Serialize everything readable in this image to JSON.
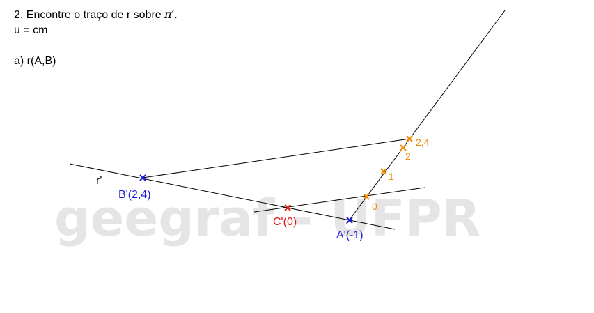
{
  "header": {
    "line1_prefix": "2. Encontre o traço de r sobre ",
    "line1_symbol": "π′",
    "line1_suffix": ".",
    "line2": "u = cm",
    "line3": "a) r(A,B)"
  },
  "watermark": "geegraf - UFPR",
  "labels": {
    "r_prime": "r'",
    "b_prime": "B'(2,4)",
    "c_prime": "C'(0)",
    "a_prime": "A'(-1)",
    "scale_0": "0",
    "scale_1": "1",
    "scale_2": "2",
    "scale_24": "2,4"
  },
  "colors": {
    "blue": "#1c1cdc",
    "red": "#e01818",
    "orange": "#f08a00",
    "line": "#000000",
    "watermark": "#e5e5e5"
  }
}
